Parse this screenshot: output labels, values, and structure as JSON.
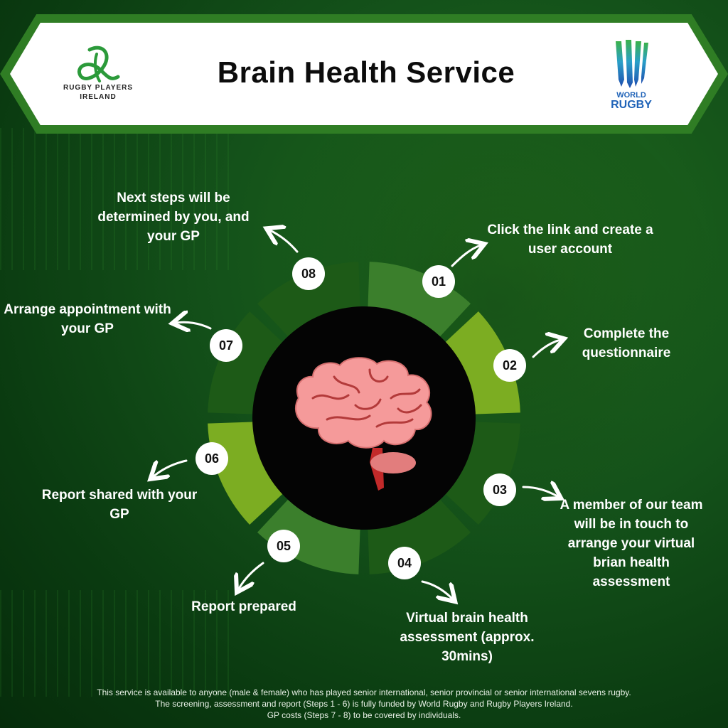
{
  "header": {
    "title": "Brain Health Service",
    "left_logo": {
      "icon": "rugby-players-ireland-logo",
      "line1": "RUGBY PLAYERS",
      "line2": "IRELAND"
    },
    "right_logo": {
      "icon": "world-rugby-logo",
      "line1": "WORLD",
      "line2": "RUGBY"
    }
  },
  "center_icon": "brain-icon",
  "steps": [
    {
      "number": "01",
      "text": "Click the link and create a user account"
    },
    {
      "number": "02",
      "text": "Complete the questionnaire"
    },
    {
      "number": "03",
      "text": "A member of our team will be in touch to arrange your virtual brian health assessment"
    },
    {
      "number": "04",
      "text": "Virtual brain health assessment (approx. 30mins)"
    },
    {
      "number": "05",
      "text": "Report prepared"
    },
    {
      "number": "06",
      "text": "Report shared with your GP"
    },
    {
      "number": "07",
      "text": "Arrange appointment with your GP"
    },
    {
      "number": "08",
      "text": "Next steps will be determined by you, and your GP"
    }
  ],
  "footer": {
    "line1": "This service is available to anyone (male & female) who has played senior international, senior provincial or senior international sevens rugby.",
    "line2": "The screening, assessment and report  (Steps 1 - 6) is fully funded by World Rugby and Rugby Players Ireland.",
    "line3": "GP costs (Steps 7 - 8) to be covered by individuals."
  },
  "colors": {
    "ring_dark": "#1d5a17",
    "ring_mid": "#3b7f2c",
    "ring_light": "#7cad22",
    "center": "#040404",
    "banner_border": "#2f7d24"
  }
}
